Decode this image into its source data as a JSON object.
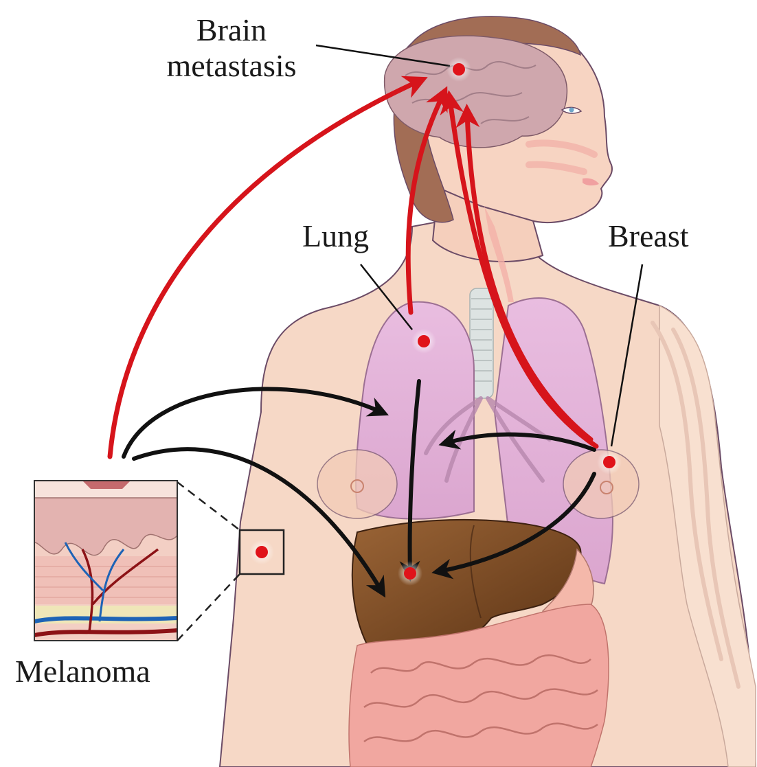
{
  "labels": {
    "brain_line1": "Brain",
    "brain_line2": "metastasis",
    "lung": "Lung",
    "breast": "Breast",
    "melanoma": "Melanoma"
  },
  "colors": {
    "metastasis_dot": "#e0131a",
    "metastasis_arrow": "#d6141b",
    "spread_arrow": "#111111",
    "skin": "#f6d8c6",
    "lung": "#e6b6d8",
    "liver": "#7a4a24",
    "intestine": "#f1a7a0",
    "brain": "#cfa7ad",
    "hair": "#a26d55"
  }
}
